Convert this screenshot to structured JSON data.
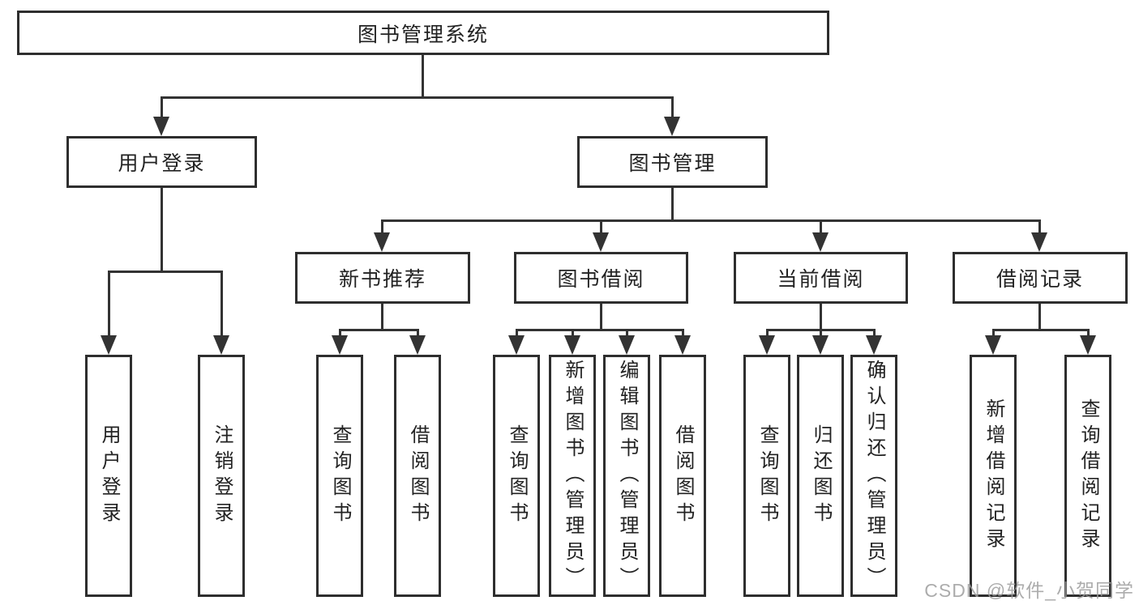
{
  "diagram": {
    "title_node": {
      "label": "图书管理系统"
    },
    "level2": [
      {
        "id": "user-login",
        "label": "用户登录"
      },
      {
        "id": "book-management",
        "label": "图书管理"
      }
    ],
    "level3": [
      {
        "id": "new-book-recommend",
        "label": "新书推荐"
      },
      {
        "id": "book-borrow",
        "label": "图书借阅"
      },
      {
        "id": "current-borrow",
        "label": "当前借阅"
      },
      {
        "id": "borrow-records",
        "label": "借阅记录"
      }
    ],
    "leaves": [
      {
        "id": "user-login",
        "label": "用户登录"
      },
      {
        "id": "logout",
        "label": "注销登录"
      },
      {
        "id": "query-books-recommend",
        "label": "查询图书"
      },
      {
        "id": "borrow-books-recommend",
        "label": "借阅图书"
      },
      {
        "id": "query-books-borrow",
        "label": "查询图书"
      },
      {
        "id": "add-books-admin",
        "label": "新增图书（管理员）"
      },
      {
        "id": "edit-books-admin",
        "label": "编辑图书（管理员）"
      },
      {
        "id": "borrow-books",
        "label": "借阅图书"
      },
      {
        "id": "query-books-current",
        "label": "查询图书"
      },
      {
        "id": "return-books",
        "label": "归还图书"
      },
      {
        "id": "confirm-return-admin",
        "label": "确认归还（管理员）"
      },
      {
        "id": "add-borrow-record",
        "label": "新增借阅记录"
      },
      {
        "id": "query-borrow-record",
        "label": "查询借阅记录"
      }
    ]
  },
  "watermark": {
    "text": "CSDN @软件_小贺同学"
  },
  "theme": {
    "line_color": "#333333",
    "border_color": "#2e2e2e",
    "text_color": "#222222",
    "bg_color": "#ffffff"
  }
}
